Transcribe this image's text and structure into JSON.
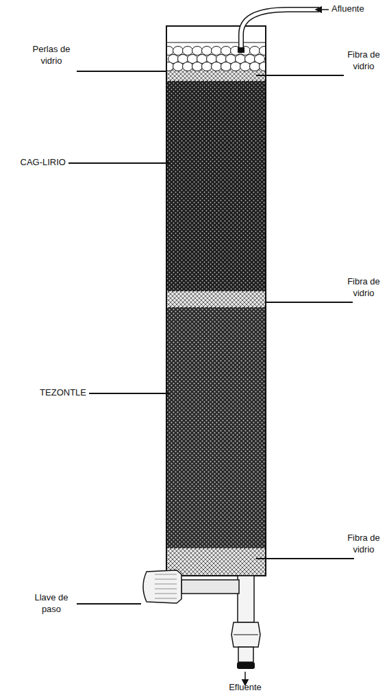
{
  "diagram": {
    "labels": [
      "Afluente",
      "Perlas de vidrio",
      "Fibra de vidrio",
      "CAG-LIRIO",
      "Fibra de vidrio",
      "TEZONTLE",
      "Fibra de vidrio",
      "Llave de paso",
      "Efluente"
    ]
  }
}
